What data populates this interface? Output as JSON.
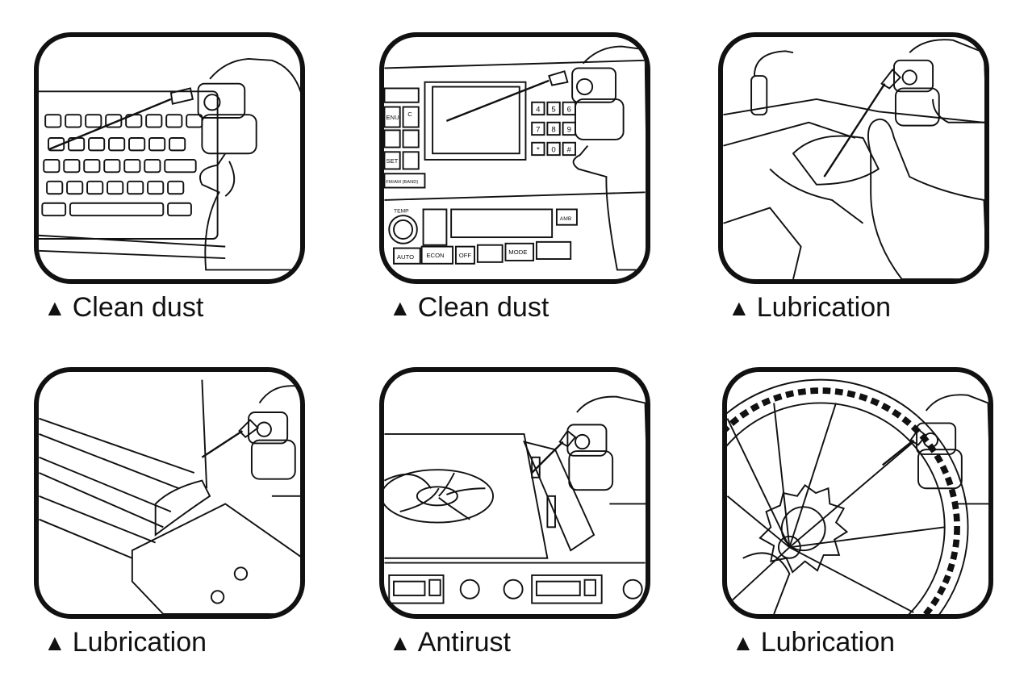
{
  "bullet": "▲",
  "tiles": [
    {
      "caption": "Clean dust"
    },
    {
      "caption": "Clean dust"
    },
    {
      "caption": "Lubrication"
    },
    {
      "caption": "Lubrication"
    },
    {
      "caption": "Antirust"
    },
    {
      "caption": "Lubrication"
    }
  ],
  "car_panel": {
    "keys": [
      "4",
      "5",
      "6",
      "7",
      "8",
      "9",
      "*",
      "0",
      "#"
    ],
    "enu": "ENU",
    "c_key": "C",
    "set_key": "SET",
    "band": "FM/AM (BAND)",
    "temp": "TEMP",
    "amb": "AMB",
    "auto": "AUTO",
    "econ": "ECON",
    "off": "OFF",
    "mode": "MODE"
  }
}
